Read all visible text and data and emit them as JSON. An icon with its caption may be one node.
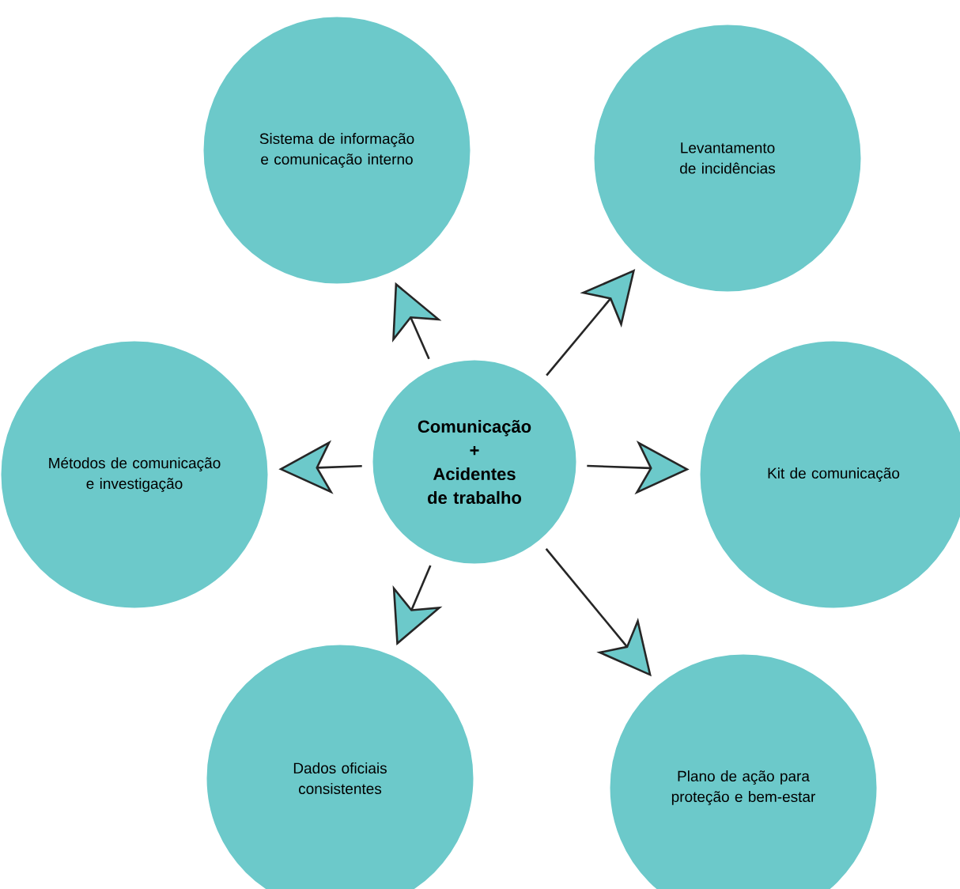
{
  "diagram": {
    "nodes": [
      {
        "text": [
          "Sistema de informação e comunicação interno"
        ]
      },
      {
        "text": [
          "Levantamento de incidências"
        ]
      },
      {
        "text": [
          "Métodos de comunicação e investigação"
        ]
      },
      {
        "text": [
          "Comunicação",
          "+",
          "Acidentes de trabalho"
        ]
      },
      {
        "text": [
          "Kit de comunicação"
        ]
      },
      {
        "text": [
          "Dados oficiais consistentes"
        ]
      },
      {
        "text": [
          "Plano de ação para proteção e bem-estar"
        ]
      }
    ],
    "edges": [
      {
        "from": 3,
        "to": 0,
        "arrow": "to"
      },
      {
        "from": 3,
        "to": 1,
        "arrow": "to"
      },
      {
        "from": 3,
        "to": 2,
        "arrow": "to"
      },
      {
        "from": 3,
        "to": 4,
        "arrow": "to"
      },
      {
        "from": 3,
        "to": 5,
        "arrow": "to"
      },
      {
        "from": 3,
        "to": 6,
        "arrow": "to"
      }
    ]
  }
}
